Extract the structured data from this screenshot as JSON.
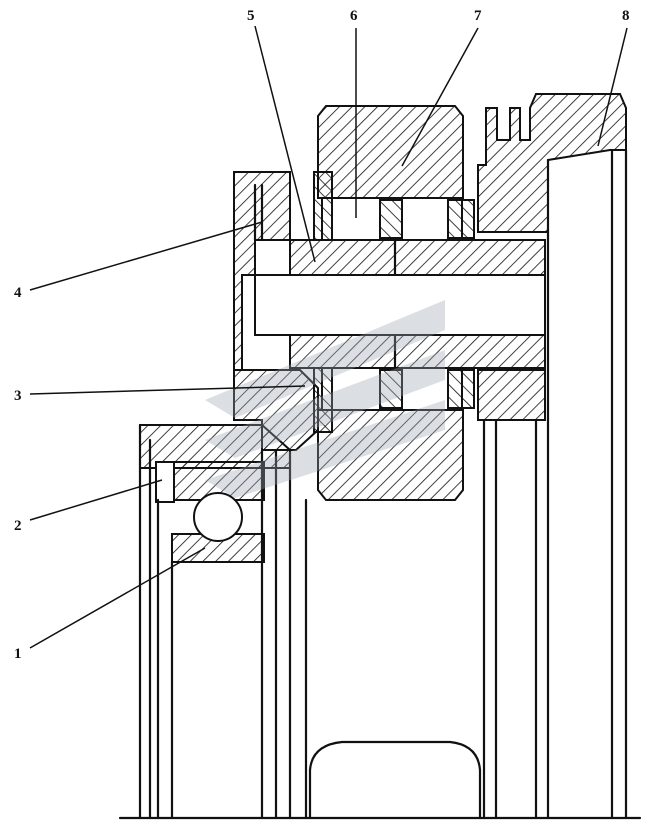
{
  "callouts": [
    {
      "label": "1"
    },
    {
      "label": "2"
    },
    {
      "label": "3"
    },
    {
      "label": "4"
    },
    {
      "label": "5"
    },
    {
      "label": "6"
    },
    {
      "label": "7"
    },
    {
      "label": "8"
    }
  ],
  "colors": {
    "line": "#111111",
    "background": "#ffffff",
    "watermark": "#9aa6b2"
  }
}
